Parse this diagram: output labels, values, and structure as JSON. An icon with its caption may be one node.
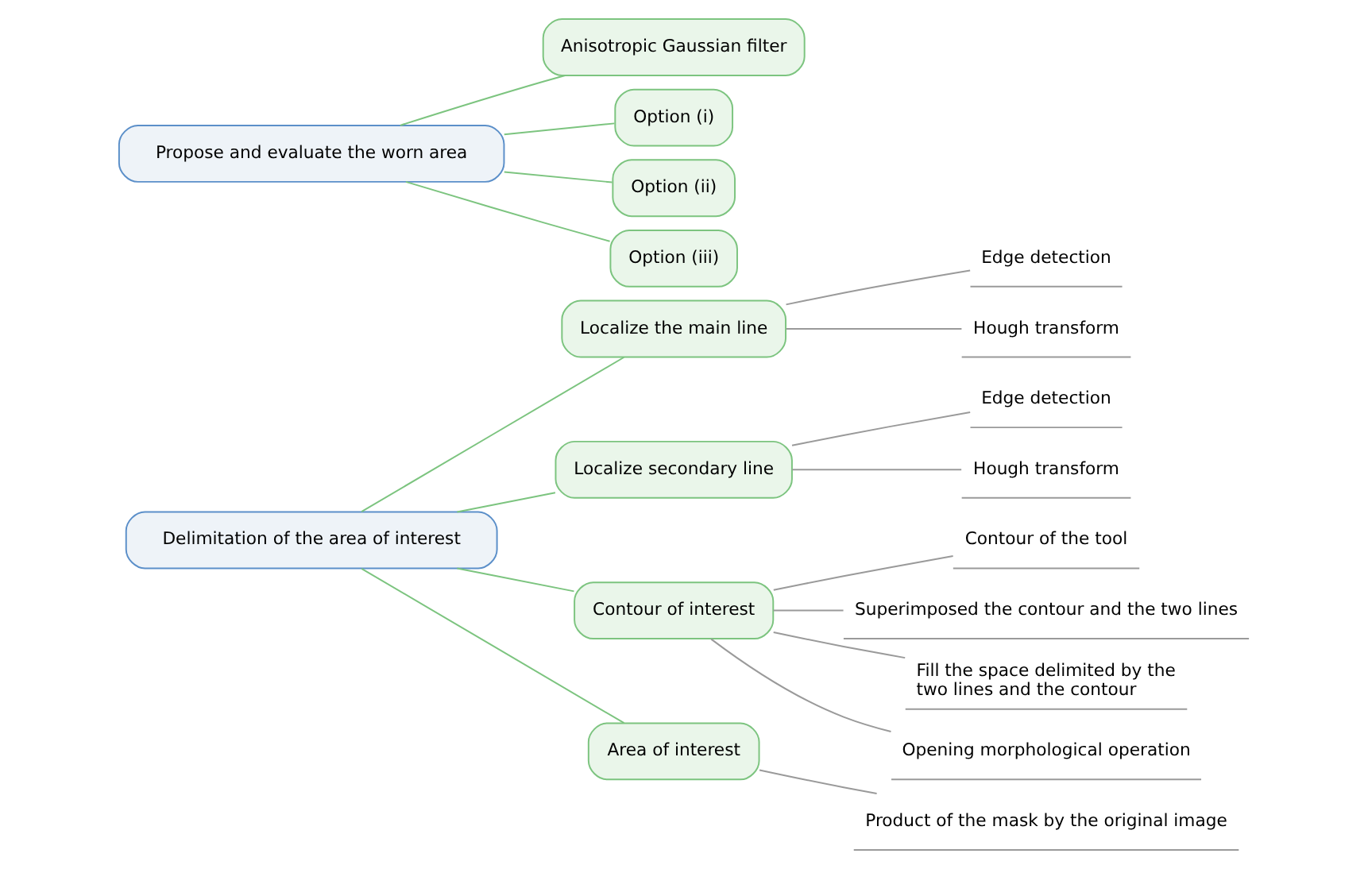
{
  "diagram": {
    "nodes": [
      {
        "text": [
          "Delimitation of the area of interest"
        ]
      },
      {
        "text": [
          "Localize the main line"
        ]
      },
      {
        "text": [
          "Edge detection"
        ]
      },
      {
        "text": [
          "Hough transform"
        ]
      },
      {
        "text": [
          "Localize secondary line"
        ]
      },
      {
        "text": [
          "Edge detection"
        ]
      },
      {
        "text": [
          "Hough transform"
        ]
      },
      {
        "text": [
          "Contour of interest"
        ]
      },
      {
        "text": [
          "Contour of the tool"
        ]
      },
      {
        "text": [
          "Superimposed the contour and the two lines"
        ]
      },
      {
        "text": [
          "Fill the space delimited by the two lines and the contour"
        ]
      },
      {
        "text": [
          "Opening morphological operation"
        ]
      },
      {
        "text": [
          "Area of interest"
        ]
      },
      {
        "text": [
          "Product of the mask by the original image"
        ]
      },
      {
        "text": [
          "Propose and evaluate the worn area"
        ]
      },
      {
        "text": [
          "Anisotropic Gaussian filter"
        ]
      },
      {
        "text": [
          "Option (i)"
        ]
      },
      {
        "text": [
          "Option (ii)"
        ]
      },
      {
        "text": [
          "Option (iii)"
        ]
      }
    ],
    "edges": [
      {
        "from": 0,
        "to": 1,
        "arrow": "none",
        "color": "#7cc47f"
      },
      {
        "from": 1,
        "to": 2,
        "arrow": "none"
      },
      {
        "from": 1,
        "to": 3,
        "arrow": "none"
      },
      {
        "from": 0,
        "to": 4,
        "arrow": "none",
        "color": "#7cc47f"
      },
      {
        "from": 4,
        "to": 5,
        "arrow": "none"
      },
      {
        "from": 4,
        "to": 6,
        "arrow": "none"
      },
      {
        "from": 0,
        "to": 7,
        "arrow": "none",
        "color": "#7cc47f"
      },
      {
        "from": 7,
        "to": 8,
        "arrow": "none"
      },
      {
        "from": 7,
        "to": 9,
        "arrow": "none"
      },
      {
        "from": 7,
        "to": 10,
        "arrow": "none"
      },
      {
        "from": 7,
        "to": 11,
        "arrow": "none"
      },
      {
        "from": 0,
        "to": 12,
        "arrow": "none",
        "color": "#7cc47f"
      },
      {
        "from": 12,
        "to": 13,
        "arrow": "none"
      },
      {
        "from": 14,
        "to": 15,
        "arrow": "none",
        "color": "#7cc47f"
      },
      {
        "from": 14,
        "to": 16,
        "arrow": "none",
        "color": "#7cc47f"
      },
      {
        "from": 14,
        "to": 17,
        "arrow": "none",
        "color": "#7cc47f"
      },
      {
        "from": 14,
        "to": 18,
        "arrow": "none",
        "color": "#7cc47f"
      }
    ]
  }
}
